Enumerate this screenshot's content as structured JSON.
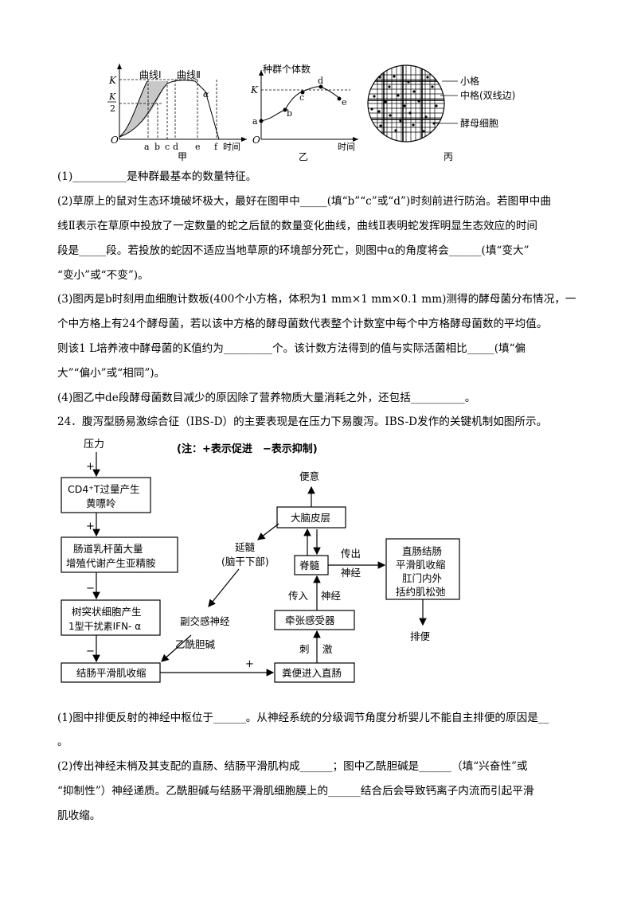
{
  "figures": {
    "jia": {
      "caption": "甲",
      "curve1": "曲线Ⅰ",
      "curve2": "曲线Ⅱ",
      "y_k": "K",
      "y_k2_top": "K",
      "y_k2_bottom": "2",
      "origin": "O",
      "x_label": "时间",
      "x_ticks": [
        "a",
        "b",
        "c",
        "d",
        "e",
        "f"
      ],
      "alpha": "α"
    },
    "yi": {
      "caption": "乙",
      "y_label": "种群个体数",
      "y_k": "K",
      "origin": "O",
      "x_label": "时间",
      "points": [
        "a",
        "b",
        "c",
        "d",
        "e"
      ]
    },
    "bing": {
      "caption": "丙",
      "labels": [
        "小格",
        "中格(双线边)",
        "酵母细胞"
      ]
    }
  },
  "text": {
    "q1": "(1)__________是种群最基本的数量特征。",
    "q2_l1": "(2)草原上的鼠对生态环境破坏极大，最好在图甲中_____(填“b”“c”或“d”)时刻前进行防治。若图甲中曲",
    "q2_l2": "线Ⅱ表示在草原中投放了一定数量的蛇之后鼠的数量变化曲线，曲线Ⅱ表明蛇发挥明显生态效应的时间",
    "q2_l3": "段是_____段。若投放的蛇因不适应当地草原的环境部分死亡，则图中α的角度将会______(填“变大”",
    "q2_l4": "“变小”或“不变”)。",
    "q3_l1": "(3)图丙是b时刻用血细胞计数板(400个小方格，体积为1 mm×1 mm×0.1 mm)测得的酵母菌分布情况，一",
    "q3_l2": "个中方格上有24个酵母菌，若以该中方格的酵母菌数代表整个计数室中每个中方格酵母菌数的平均值。",
    "q3_l3": "则该1 L培养液中酵母菌的K值约为_________个。该计数方法得到的值与实际活菌相比_____(填“偏",
    "q3_l4": "大”“偏小”或“相同”)。",
    "q4": "(4)图乙中de段酵母菌数目减少的原因除了营养物质大量消耗之外，还包括__________。",
    "q24": "24．腹泻型肠易激综合征（IBS-D）的主要表现是在压力下易腹泻。IBS-D发作的关键机制如图所示。",
    "p1_l1": "(1)图中排便反射的神经中枢位于______。从神经系统的分级调节角度分析婴儿不能自主排便的原因是__",
    "p1_l2": "。",
    "p2_l1": "(2)传出神经末梢及其支配的直肠、结肠平滑肌构成______；图中乙酰胆碱是______（填“兴奋性”或",
    "p2_l2": "“抑制性”）神经递质。乙酰胆碱与结肠平滑肌细胞膜上的______结合后会导致钙离子内流而引起平滑",
    "p2_l3": "肌收缩。"
  },
  "flow": {
    "note": "(注：+表示促进　−表示抑制)",
    "pressure": "压力",
    "box1_l1": "CD4⁺T过量产生",
    "box1_l2": "黄嘌呤",
    "box2_l1": "肠道乳杆菌大量",
    "box2_l2": "增殖代谢产生亚精胺",
    "box3_l1": "树突状细胞产生",
    "box3_l2": "1型干扰素IFN- α",
    "box4": "结肠平滑肌收缩",
    "plus": "+",
    "minus": "−",
    "bianyi": "便意",
    "cortex": "大脑皮层",
    "yansui_l1": "延髓",
    "yansui_l2": "(脑干下部)",
    "spinal": "脊髓",
    "efferent_l1": "传出",
    "efferent_l2": "神经",
    "target_l1": "直肠结肠",
    "target_l2": "平滑肌收缩",
    "target_l3": "肛门内外",
    "target_l4": "括约肌松弛",
    "afferent": "传入",
    "afferent2": "神经",
    "stretch": "牵张感受器",
    "stim1": "刺",
    "stim2": "激",
    "parasym": "副交感神经",
    "ach": "乙酰胆碱",
    "feces": "粪便进入直肠",
    "defecate": "排便"
  }
}
